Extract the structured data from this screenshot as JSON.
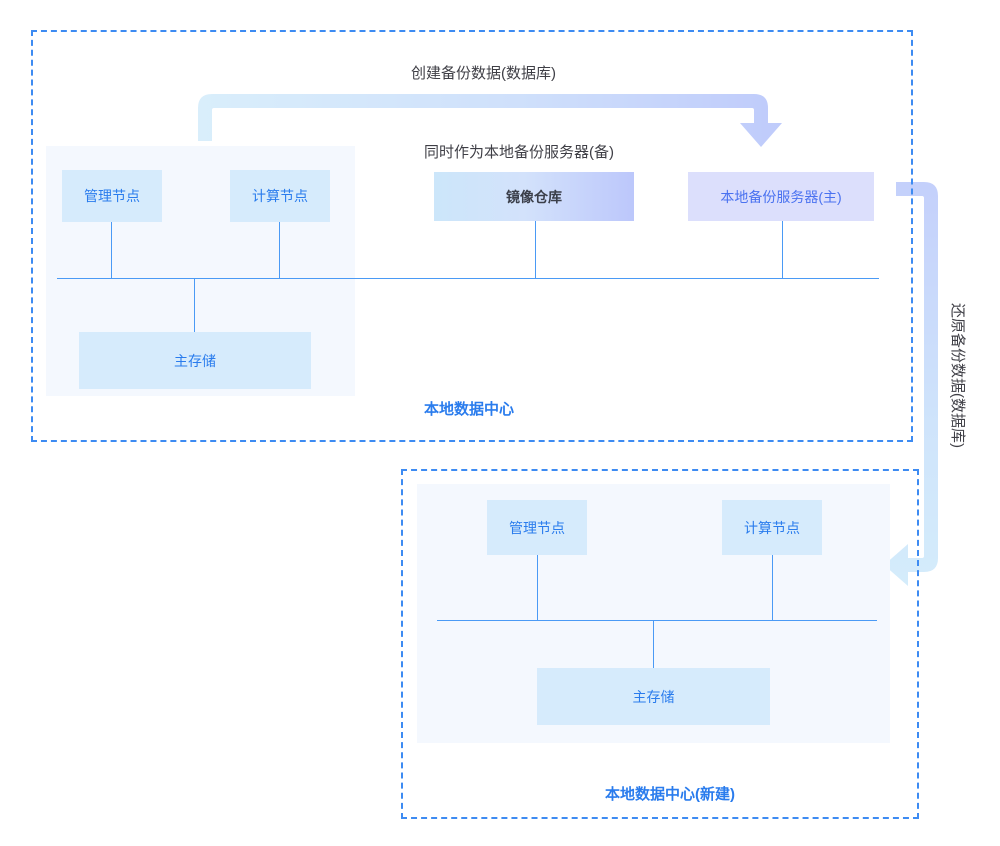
{
  "diagram": {
    "title_top_annotation": "创建备份数据(数据库)",
    "title_mid_annotation": "同时作为本地备份服务器(备)",
    "vertical_annotation": "还原备份数据(数据库)",
    "colors": {
      "accent_blue": "#2a7ced",
      "line_blue": "#4a9af5",
      "panel_bg": "#f4f8fe",
      "node_blue_bg": "#d6ebfc",
      "node_lavender_bg": "#dcdffc",
      "gradient_start": "#cce6fa",
      "gradient_end": "#bcc7fb",
      "arrow_fill_start": "#d6edfb",
      "arrow_fill_end": "#c2cefb",
      "dashed_border": "#3d8bf2"
    }
  },
  "regions": [
    {
      "id": "primary-datacenter",
      "label": "本地数据中心",
      "nodes": [
        {
          "id": "mgmt-node",
          "label": "管理节点"
        },
        {
          "id": "compute-node",
          "label": "计算节点"
        },
        {
          "id": "image-repo",
          "label": "镜像仓库"
        },
        {
          "id": "backup-server-primary",
          "label": "本地备份服务器(主)"
        },
        {
          "id": "primary-storage",
          "label": "主存储"
        }
      ]
    },
    {
      "id": "new-datacenter",
      "label": "本地数据中心(新建)",
      "nodes": [
        {
          "id": "mgmt-node-new",
          "label": "管理节点"
        },
        {
          "id": "compute-node-new",
          "label": "计算节点"
        },
        {
          "id": "primary-storage-new",
          "label": "主存储"
        }
      ]
    }
  ],
  "flows": [
    {
      "id": "create-backup-flow",
      "label": "创建备份数据(数据库)",
      "direction": "left-to-right"
    },
    {
      "id": "restore-backup-flow",
      "label": "还原备份数据(数据库)",
      "direction": "top-to-bottom"
    }
  ]
}
